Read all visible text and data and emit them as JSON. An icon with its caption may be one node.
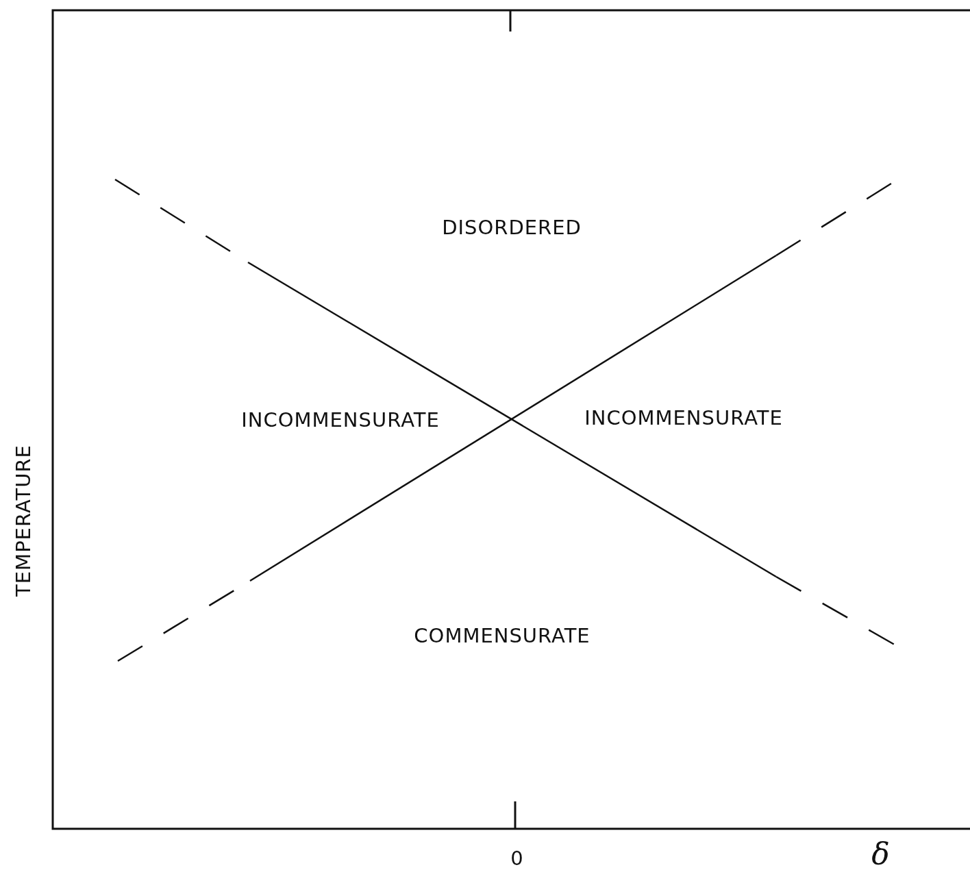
{
  "diagram": {
    "labels": [
      "DISORDERED",
      "INCOMMENSURATE",
      "INCOMMENSURATE",
      "COMMENSURATE",
      "TEMPERATURE",
      "0",
      "δ"
    ]
  }
}
